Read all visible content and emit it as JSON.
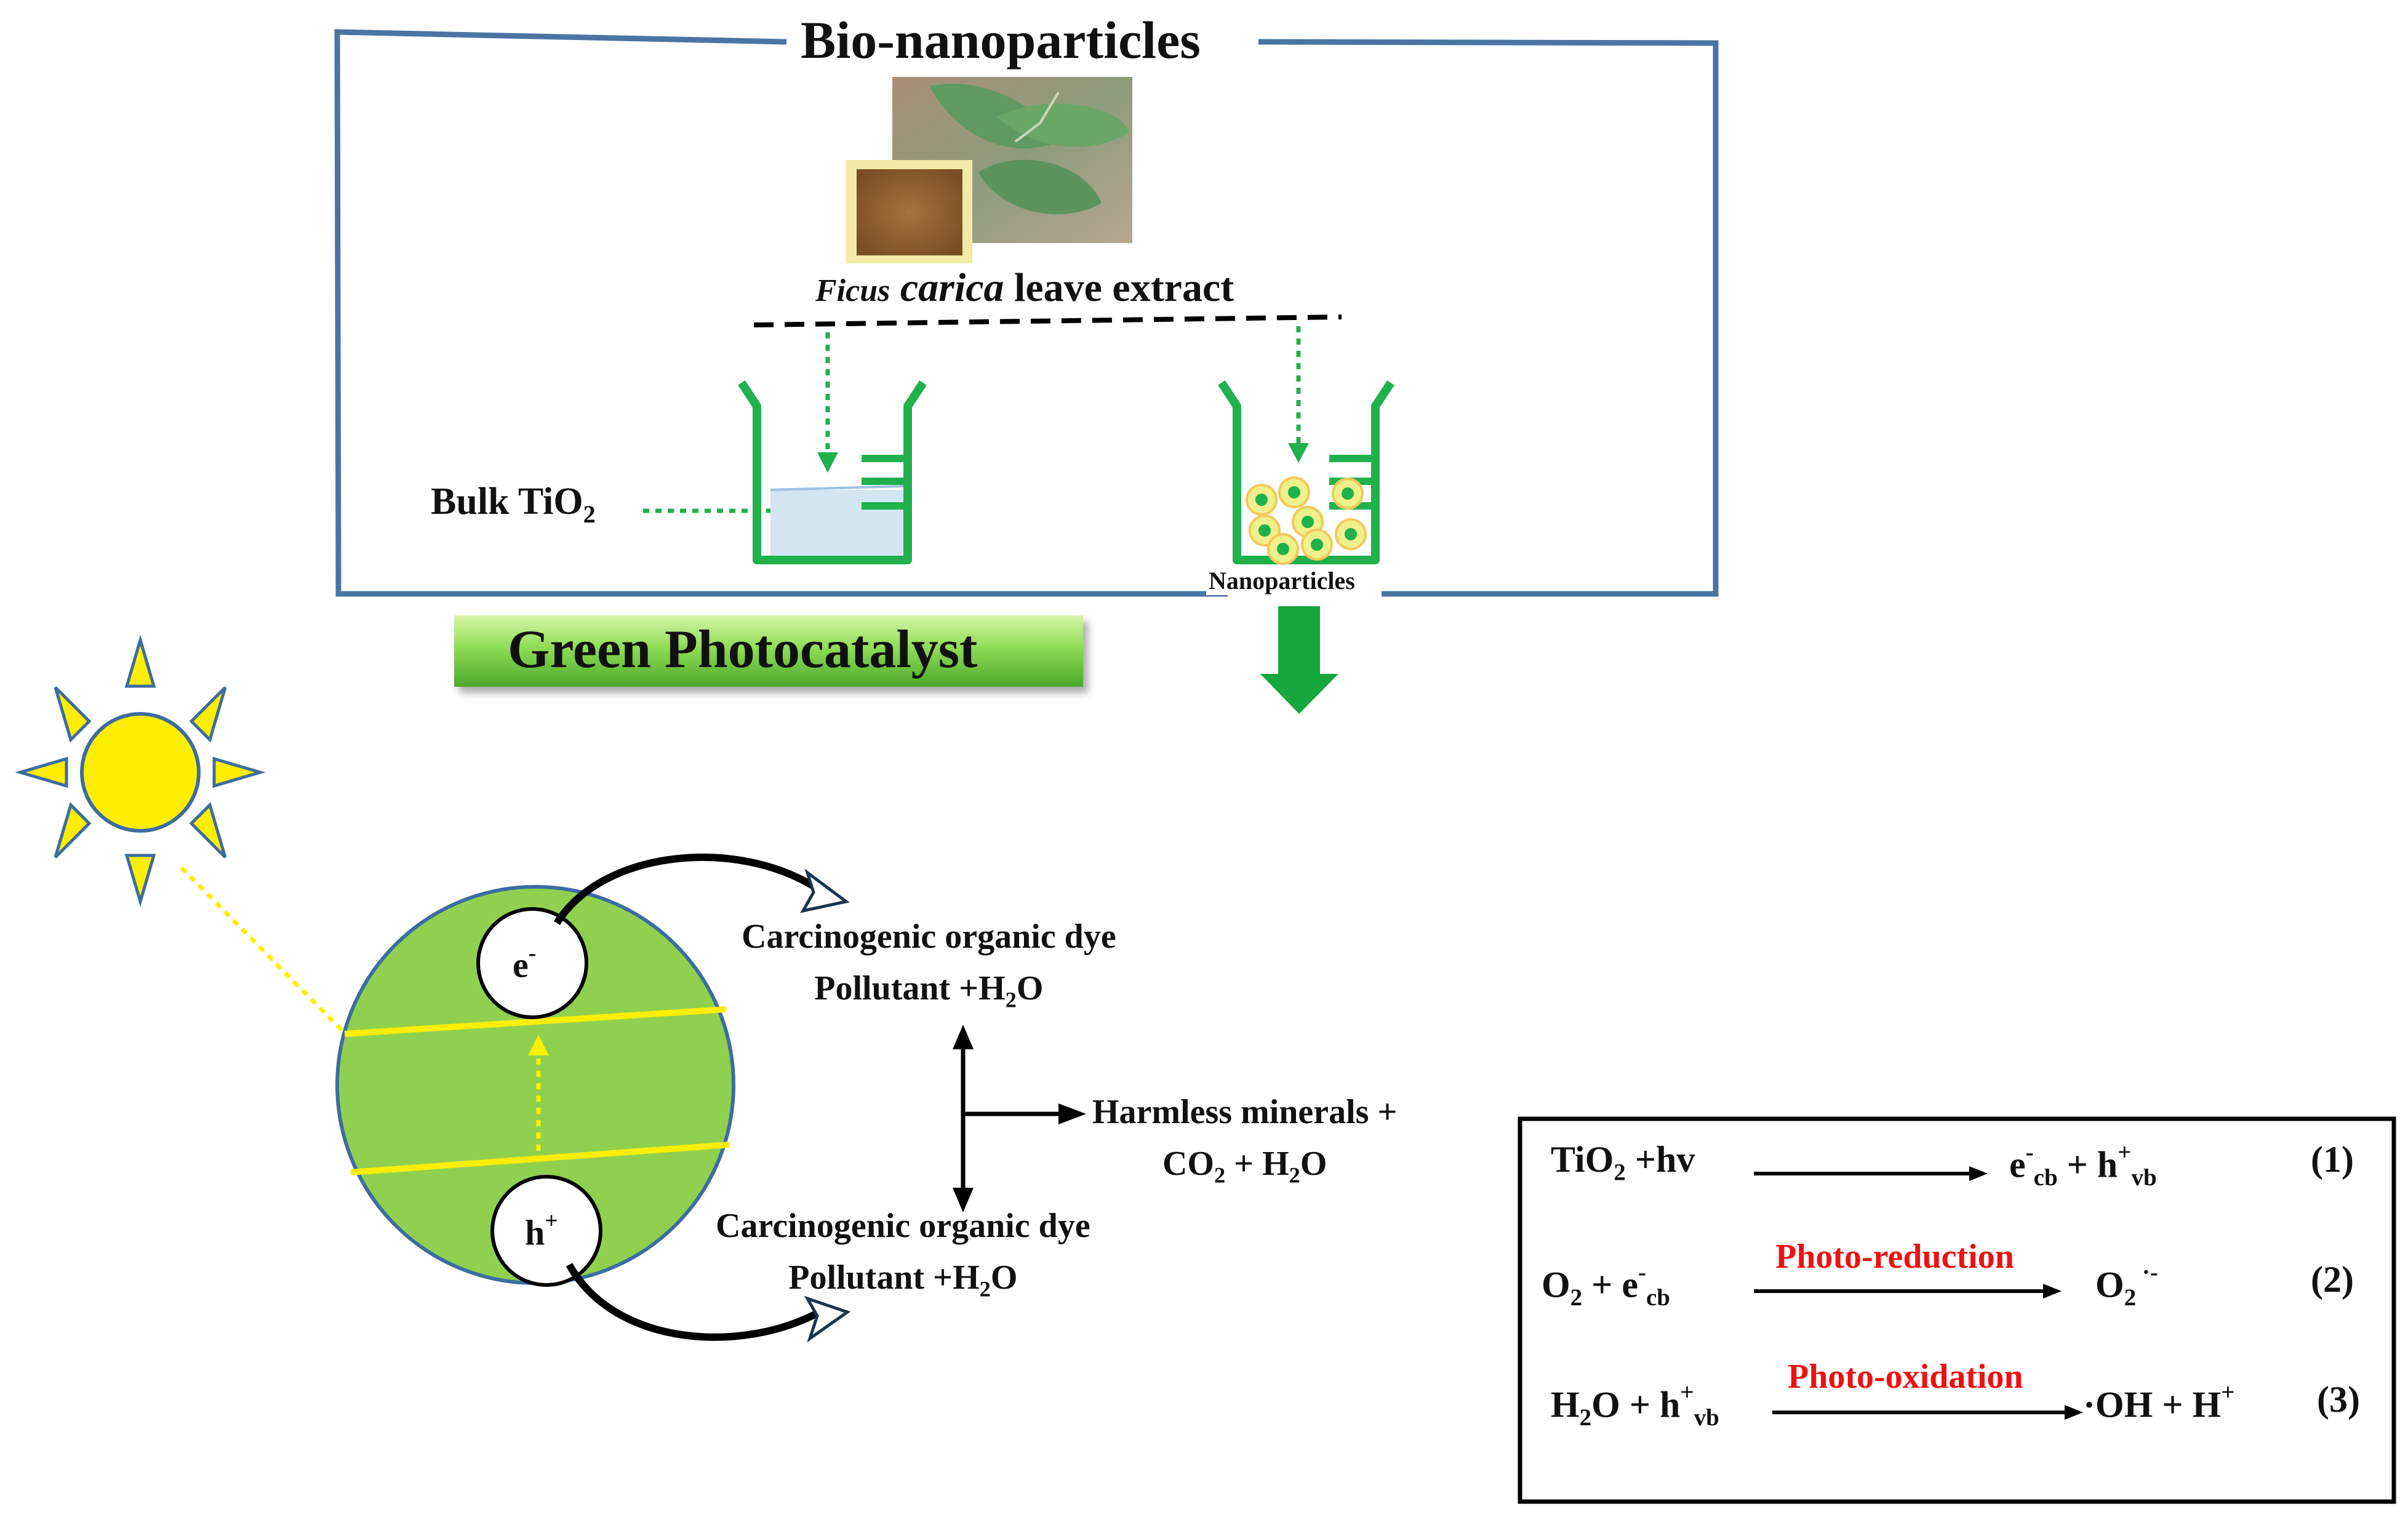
{
  "title": "Bio-nanoparticles",
  "leaf_caption": {
    "italic_small": "Ficus",
    "italic": "carica",
    "rest": "leave extract"
  },
  "bulk": {
    "label": "Bulk TiO",
    "sub": "2"
  },
  "nanoparticles_label": "Nanoparticles",
  "banner": "Green Photocatalyst",
  "electron": {
    "base": "e",
    "sup": "-"
  },
  "hole": {
    "base": "h",
    "sup": "+"
  },
  "dye_top": {
    "line1": "Carcinogenic organic dye",
    "line2_a": "Pollutant +H",
    "line2_sub": "2",
    "line2_b": "O"
  },
  "dye_bottom": {
    "line1": "Carcinogenic organic dye",
    "line2_a": "Pollutant +H",
    "line2_sub": "2",
    "line2_b": "O"
  },
  "products": {
    "line1": "Harmless minerals +",
    "l2_a": "CO",
    "l2_sub": "2",
    "l2_b": " + H",
    "l2_sub2": "2",
    "l2_c": "O"
  },
  "equations": [
    {
      "lhs": {
        "a": "TiO",
        "sub": "2",
        "b": " +hv"
      },
      "label": "",
      "rhs": {
        "a": "e",
        "sup1": "-",
        "sub1": "cb",
        "b": " + h",
        "sup2": "+",
        "sub2": "vb"
      },
      "num": "(1)"
    },
    {
      "lhs": {
        "a": "O",
        "sub": "2",
        "b": " + e",
        "sup": "-",
        "sub2": "cb"
      },
      "label": "Photo-reduction",
      "rhs": {
        "a": "O",
        "sub": "2",
        "sup": " ·-"
      },
      "num": "(2)"
    },
    {
      "lhs": {
        "a": "H",
        "sub": "2",
        "b": "O + h",
        "sup": "+",
        "sub2": "vb"
      },
      "label": "Photo-oxidation",
      "rhs": {
        "a": "·OH + H",
        "sup": "+"
      },
      "num": "(3)"
    }
  ],
  "colors": {
    "frame": "#4a74a4",
    "green": "#20b04c",
    "sphere": "#8fd14f",
    "sun": "#ffee00",
    "label_red": "#ee1111"
  }
}
